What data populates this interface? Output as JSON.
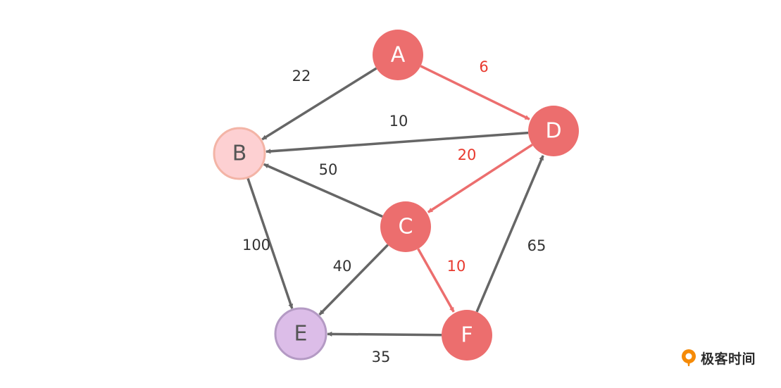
{
  "colors": {
    "highlight": "#ec6e6e",
    "default_edge": "#666666",
    "highlight_label": "#e8392e",
    "default_label": "#333333",
    "node_text_light": "#ffffff",
    "node_text_dark": "#555555"
  },
  "nodes": [
    {
      "id": "A",
      "label": "A",
      "fill": "#ec6e6e",
      "stroke": "none",
      "text": "light"
    },
    {
      "id": "B",
      "label": "B",
      "fill": "#fdd0d2",
      "stroke": "#f3b4a6",
      "text": "dark"
    },
    {
      "id": "C",
      "label": "C",
      "fill": "#ec6e6e",
      "stroke": "none",
      "text": "light"
    },
    {
      "id": "D",
      "label": "D",
      "fill": "#ec6e6e",
      "stroke": "none",
      "text": "light"
    },
    {
      "id": "E",
      "label": "E",
      "fill": "#dcbde8",
      "stroke": "#b49ac4",
      "text": "dark"
    },
    {
      "id": "F",
      "label": "F",
      "fill": "#ec6e6e",
      "stroke": "none",
      "text": "light"
    }
  ],
  "edges": [
    {
      "from": "A",
      "to": "B",
      "weight": "22",
      "highlight": false
    },
    {
      "from": "A",
      "to": "D",
      "weight": "6",
      "highlight": true
    },
    {
      "from": "D",
      "to": "B",
      "weight": "10",
      "highlight": false
    },
    {
      "from": "D",
      "to": "C",
      "weight": "20",
      "highlight": true
    },
    {
      "from": "C",
      "to": "B",
      "weight": "50",
      "highlight": false
    },
    {
      "from": "B",
      "to": "E",
      "weight": "100",
      "highlight": false
    },
    {
      "from": "C",
      "to": "E",
      "weight": "40",
      "highlight": false
    },
    {
      "from": "C",
      "to": "F",
      "weight": "10",
      "highlight": true
    },
    {
      "from": "F",
      "to": "D",
      "weight": "65",
      "highlight": false
    },
    {
      "from": "F",
      "to": "E",
      "weight": "35",
      "highlight": false
    }
  ],
  "brand": {
    "name": "极客时间",
    "logo_icon": "geektime-logo-icon"
  }
}
